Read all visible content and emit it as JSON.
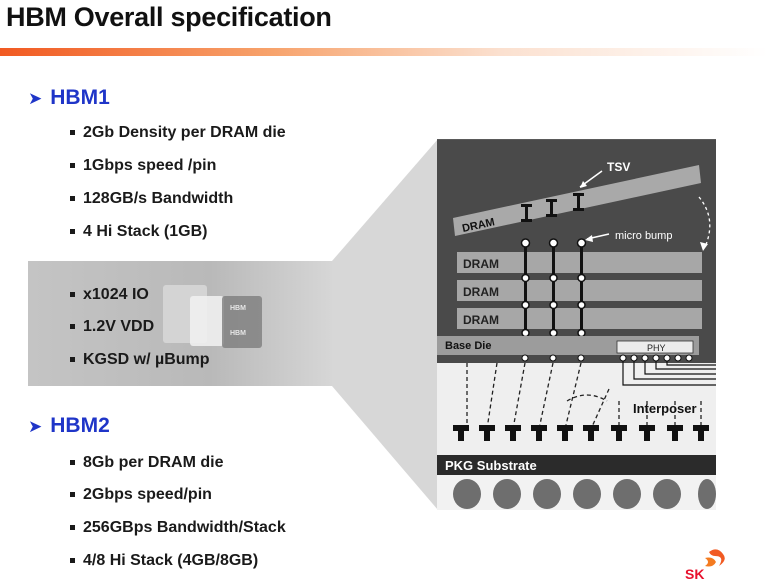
{
  "title": "HBM Overall specification",
  "colors": {
    "accent": "#f15a22",
    "heading": "#1f35c8"
  },
  "hbm1": {
    "heading": "HBM1",
    "bullets": [
      "2Gb Density per DRAM die",
      "1Gbps speed /pin",
      "128GB/s Bandwidth",
      "4 Hi Stack (1GB)"
    ]
  },
  "kgsd": {
    "bullets": [
      "x1024 IO",
      "1.2V VDD",
      "KGSD w/ µBump"
    ],
    "chip_label": "HBM"
  },
  "hbm2": {
    "heading": "HBM2",
    "bullets": [
      "8Gb per DRAM die",
      "2Gbps speed/pin",
      "256GBps Bandwidth/Stack",
      "4/8 Hi Stack (4GB/8GB)"
    ]
  },
  "diagram": {
    "tsv": "TSV",
    "tilted_dram": "DRAM",
    "micro_bump": "micro bump",
    "dram_layers": [
      "DRAM",
      "DRAM",
      "DRAM"
    ],
    "base_die": "Base Die",
    "phy": "PHY",
    "interposer": "Interposer",
    "pkg_substrate": "PKG Substrate"
  },
  "logo": {
    "text": "SK"
  }
}
